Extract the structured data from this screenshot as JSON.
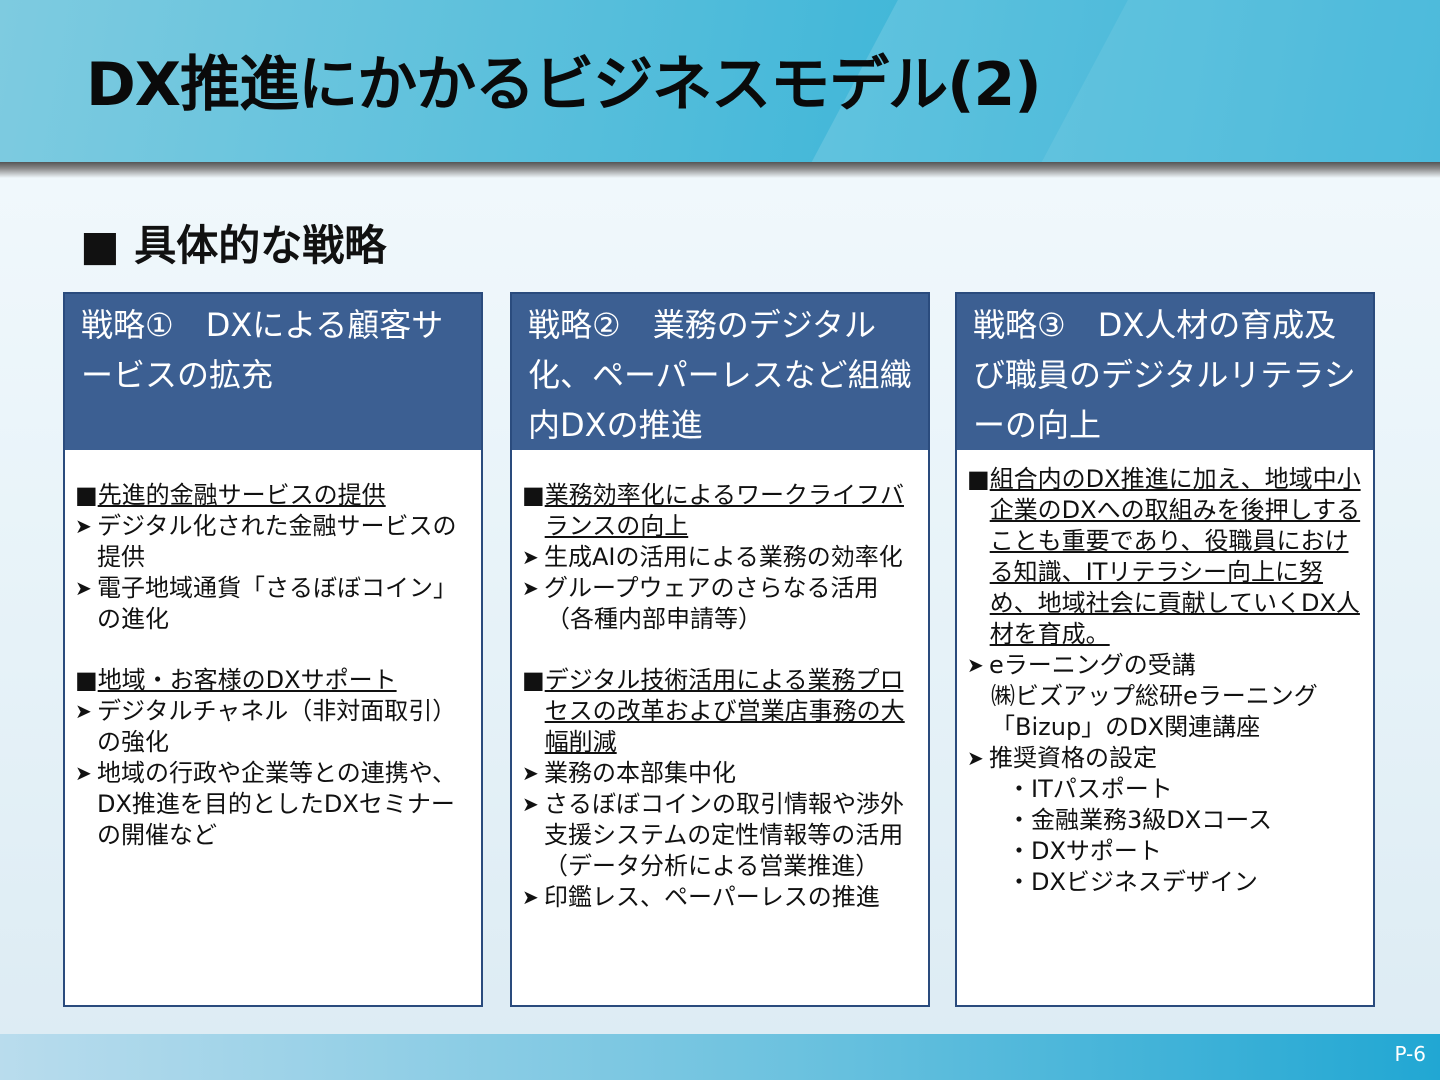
{
  "slide": {
    "title": "DX推進にかかるビジネスモデル(2)",
    "section_title": "■ 具体的な戦略",
    "page_number": "P-6"
  },
  "columns": [
    {
      "heading": "戦略①　DXによる顧客サービスの拡充",
      "blocks": [
        {
          "kind": "section",
          "text": "先進的金融サービスの提供"
        },
        {
          "kind": "item",
          "text": "デジタル化された金融サービスの提供"
        },
        {
          "kind": "item",
          "text": "電子地域通貨「さるぼぼコイン」の進化"
        },
        {
          "kind": "gap"
        },
        {
          "kind": "section",
          "text": "地域・お客様のDXサポート"
        },
        {
          "kind": "item",
          "text": "デジタルチャネル（非対面取引）の強化"
        },
        {
          "kind": "item",
          "text": "地域の行政や企業等との連携や、DX推進を目的としたDXセミナーの開催など"
        }
      ]
    },
    {
      "heading": "戦略②　業務のデジタル化、ペーパーレスなど組織内DXの推進",
      "blocks": [
        {
          "kind": "section",
          "text": "業務効率化によるワークライフバランスの向上"
        },
        {
          "kind": "item",
          "text": "生成AIの活用による業務の効率化"
        },
        {
          "kind": "item",
          "text": "グループウェアのさらなる活用"
        },
        {
          "kind": "note",
          "text": "（各種内部申請等）"
        },
        {
          "kind": "gap"
        },
        {
          "kind": "section",
          "text": "デジタル技術活用による業務プロセスの改革および営業店事務の大幅削減"
        },
        {
          "kind": "item",
          "text": "業務の本部集中化"
        },
        {
          "kind": "item",
          "text": "さるぼぼコインの取引情報や渉外支援システムの定性情報等の活用（データ分析による営業推進）"
        },
        {
          "kind": "item",
          "text": "印鑑レス、ペーパーレスの推進"
        }
      ]
    },
    {
      "heading": "戦略③　DX人材の育成及び職員のデジタルリテラシーの向上",
      "blocks": [
        {
          "kind": "section",
          "text": "組合内のDX推進に加え、地域中小企業のDXへの取組みを後押しすることも重要であり、役職員における知識、ITリテラシー向上に努め、地域社会に貢献していくDX人材を育成。"
        },
        {
          "kind": "item",
          "text": " eラーニングの受講"
        },
        {
          "kind": "note",
          "text": "㈱ビズアップ総研eラーニング「Bizup」のDX関連講座"
        },
        {
          "kind": "item",
          "text": "推奨資格の設定"
        },
        {
          "kind": "sub",
          "text": "・ITパスポート"
        },
        {
          "kind": "sub",
          "text": "・金融業務3級DXコース"
        },
        {
          "kind": "sub",
          "text": "・DXサポート"
        },
        {
          "kind": "sub",
          "text": "・DXビジネスデザイン"
        }
      ]
    }
  ]
}
